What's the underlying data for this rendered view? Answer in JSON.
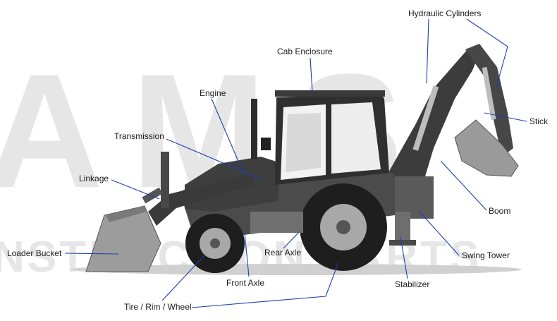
{
  "watermark": {
    "big": "AMS",
    "wide": "NSTRUCTION PARTS"
  },
  "labels": {
    "hydraulic_cylinders": "Hydraulic Cylinders",
    "cab_enclosure": "Cab Enclosure",
    "engine": "Engine",
    "transmission": "Transmission",
    "stick": "Stick",
    "linkage": "Linkage",
    "boom": "Boom",
    "loader_bucket": "Loader Bucket",
    "swing_tower": "Swing Tower",
    "rear_axle": "Rear Axle",
    "front_axle": "Front Axle",
    "stabilizer": "Stabilizer",
    "tire_rim_wheel": "Tire / Rim / Wheel"
  },
  "colors": {
    "leader_line": "#1f3fb0",
    "label_text": "#1a1a1a",
    "watermark": "#e6e6e6"
  }
}
